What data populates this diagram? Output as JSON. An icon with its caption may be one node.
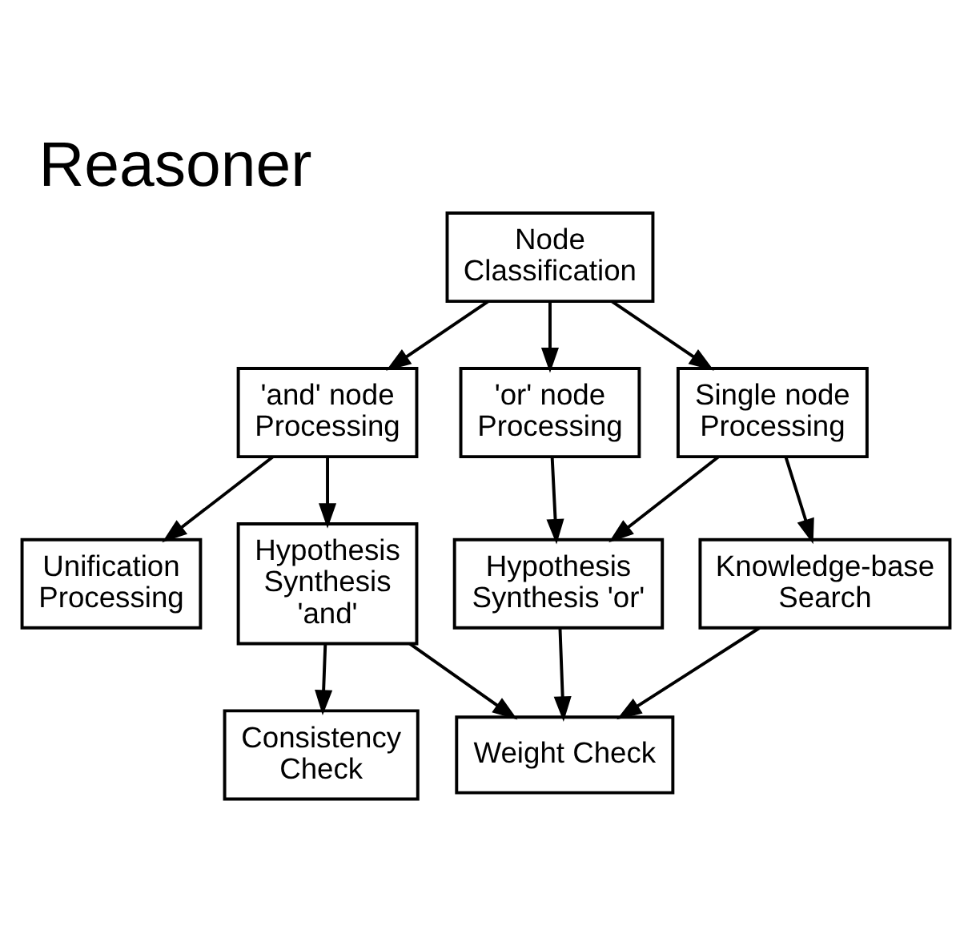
{
  "diagram": {
    "title": "Reasoner",
    "nodes": [
      {
        "text": [
          "Node Classification"
        ]
      },
      {
        "text": [
          "'and' node Processing"
        ]
      },
      {
        "text": [
          "'or' node Processing"
        ]
      },
      {
        "text": [
          "Single node Processing"
        ]
      },
      {
        "text": [
          "Unification Processing"
        ]
      },
      {
        "text": [
          "Hypothesis Synthesis 'and'"
        ]
      },
      {
        "text": [
          "Hypothesis Synthesis 'or'"
        ]
      },
      {
        "text": [
          "Knowledge-base Search"
        ]
      },
      {
        "text": [
          "Consistency Check"
        ]
      },
      {
        "text": [
          "Weight Check"
        ]
      }
    ],
    "edges": [
      {
        "from": 0,
        "to": 1,
        "arrow": "to"
      },
      {
        "from": 0,
        "to": 2,
        "arrow": "to"
      },
      {
        "from": 0,
        "to": 3,
        "arrow": "to"
      },
      {
        "from": 1,
        "to": 4,
        "arrow": "to"
      },
      {
        "from": 1,
        "to": 5,
        "arrow": "to"
      },
      {
        "from": 2,
        "to": 6,
        "arrow": "to"
      },
      {
        "from": 3,
        "to": 6,
        "arrow": "to"
      },
      {
        "from": 3,
        "to": 7,
        "arrow": "to"
      },
      {
        "from": 5,
        "to": 8,
        "arrow": "to"
      },
      {
        "from": 5,
        "to": 9,
        "arrow": "to"
      },
      {
        "from": 6,
        "to": 9,
        "arrow": "to"
      },
      {
        "from": 7,
        "to": 9,
        "arrow": "to"
      }
    ]
  }
}
